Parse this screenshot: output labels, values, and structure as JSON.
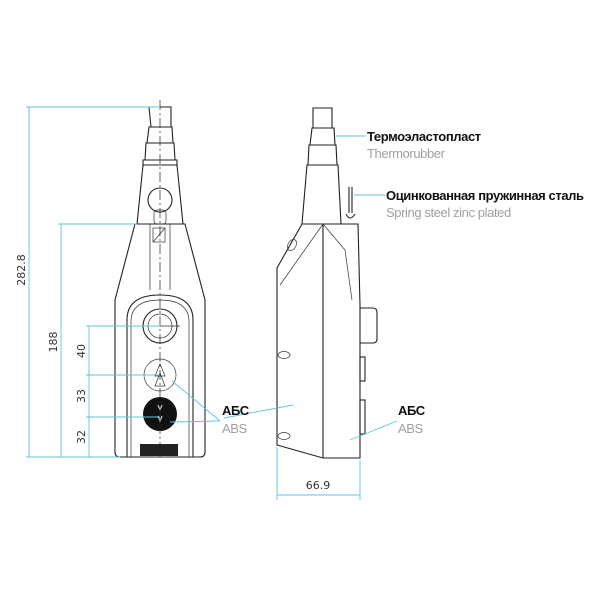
{
  "dimensions": {
    "total_height": "282.8",
    "body_height": "188",
    "button_pitch_1": "40",
    "button_pitch_2": "33",
    "button_pitch_3": "32",
    "depth": "66.9"
  },
  "labels": {
    "gland_ru": "Термоэластопласт",
    "gland_en": "Thermorubber",
    "clip_ru": "Оцинкованная пружинная сталь",
    "clip_en": "Spring steel zinc plated",
    "front_body_ru": "АБС",
    "front_body_en": "ABS",
    "side_body_ru": "АБС",
    "side_body_en": "ABS"
  },
  "colors": {
    "dimension_line": "#5cc3e6",
    "outline": "#222222",
    "english_text": "#a0a0a0"
  }
}
